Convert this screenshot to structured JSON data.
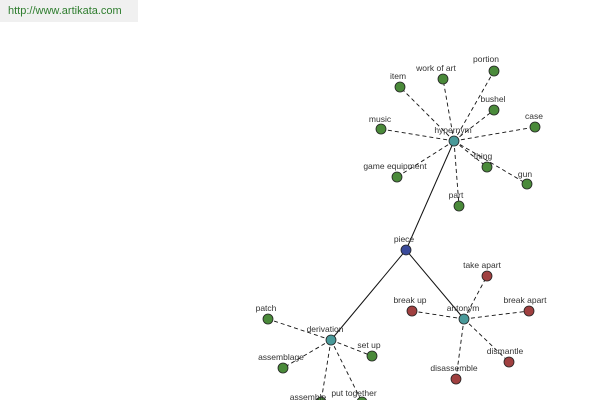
{
  "site": {
    "url_text": "http://www.artikata.com"
  },
  "colors": {
    "hub": "#4a9a9a",
    "center": "#3a4a9a",
    "related": "#4a8a3a",
    "antonym": "#a04040",
    "edge": "#111111",
    "label": "#333333"
  },
  "graph": {
    "center": {
      "label": "piece"
    },
    "hubs": [
      {
        "label": "hypernym",
        "related": [
          "item",
          "work of art",
          "portion",
          "bushel",
          "case",
          "music",
          "game equipment",
          "thing",
          "gun",
          "part"
        ]
      },
      {
        "label": "antonym",
        "related": [
          "take apart",
          "break up",
          "break apart",
          "dismantle",
          "disassemble"
        ]
      },
      {
        "label": "derivation",
        "related": [
          "patch",
          "set up",
          "assemblage",
          "assemble",
          "put together"
        ]
      }
    ]
  }
}
